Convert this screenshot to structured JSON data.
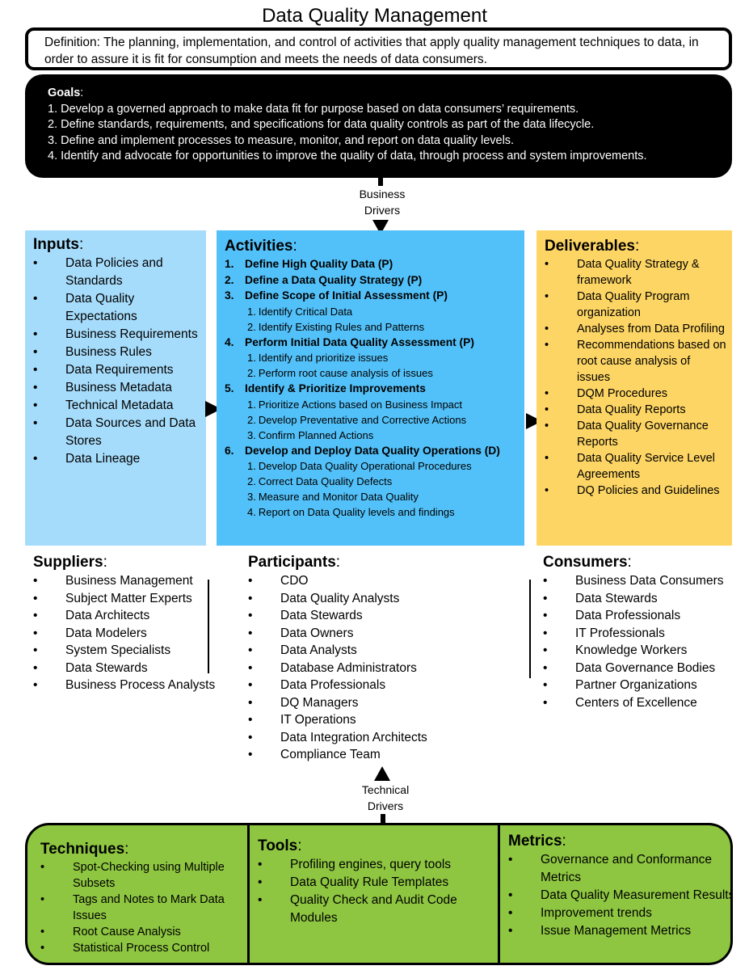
{
  "title": "Data Quality Management",
  "definition": "Definition: The planning, implementation, and control of activities that apply quality management techniques to data, in order to assure it is fit for consumption and meets the needs of data consumers.",
  "goals": {
    "heading": "Goals",
    "items": [
      "1. Develop a governed approach to make data fit for purpose based on data consumers’ requirements.",
      "2. Define standards, requirements, and specifications for data quality controls as part of the data lifecycle.",
      "3. Define and implement processes to measure, monitor, and report on data quality levels.",
      "4. Identify and advocate for opportunities to improve the quality of data, through process and system improvements."
    ]
  },
  "business_drivers": [
    "Business",
    "Drivers"
  ],
  "technical_drivers": [
    "Technical",
    "Drivers"
  ],
  "inputs": {
    "heading": "Inputs",
    "items": [
      "Data Policies and Standards",
      "Data Quality Expectations",
      "Business Requirements",
      "Business Rules",
      "Data Requirements",
      "Business Metadata",
      "Technical Metadata",
      "Data Sources and Data Stores",
      "Data Lineage"
    ]
  },
  "activities": {
    "heading": "Activities",
    "items": [
      {
        "num": "1.",
        "label": "Define High Quality Data (P)",
        "subs": []
      },
      {
        "num": "2.",
        "label": "Define a Data Quality Strategy (P)",
        "subs": []
      },
      {
        "num": "3.",
        "label": "Define Scope of Initial Assessment (P)",
        "subs": [
          {
            "n": "1.",
            "t": "Identify Critical Data"
          },
          {
            "n": "2.",
            "t": "Identify Existing Rules and Patterns"
          }
        ]
      },
      {
        "num": "4.",
        "label": "Perform Initial Data Quality Assessment (P)",
        "subs": [
          {
            "n": "1.",
            "t": "Identify and prioritize issues"
          },
          {
            "n": "2.",
            "t": "Perform root cause analysis of issues"
          }
        ]
      },
      {
        "num": "5.",
        "label": "Identify & Prioritize Improvements",
        "subs": [
          {
            "n": "1.",
            "t": "Prioritize Actions based on Business Impact"
          },
          {
            "n": "2.",
            "t": "Develop Preventative and Corrective Actions"
          },
          {
            "n": "3.",
            "t": "Confirm Planned Actions"
          }
        ]
      },
      {
        "num": "6.",
        "label": "Develop and Deploy Data Quality Operations (D)",
        "subs": [
          {
            "n": "1.",
            "t": "Develop Data Quality Operational Procedures"
          },
          {
            "n": "2.",
            "t": "Correct Data Quality Defects"
          },
          {
            "n": "3.",
            "t": "Measure and Monitor Data Quality"
          },
          {
            "n": "4.",
            "t": "Report on Data Quality levels and findings"
          }
        ]
      }
    ]
  },
  "deliverables": {
    "heading": "Deliverables",
    "items": [
      "Data Quality Strategy & framework",
      "Data Quality Program organization",
      "Analyses from Data Profiling",
      "Recommendations based on root cause analysis of issues",
      "DQM Procedures",
      "Data Quality Reports",
      "Data Quality Governance Reports",
      "Data Quality Service Level Agreements",
      "DQ Policies and Guidelines"
    ]
  },
  "suppliers": {
    "heading": "Suppliers",
    "items": [
      "Business Management",
      "Subject Matter Experts",
      "Data Architects",
      "Data Modelers",
      "System Specialists",
      "Data Stewards",
      "Business Process Analysts"
    ]
  },
  "participants": {
    "heading": "Participants",
    "items": [
      "CDO",
      "Data Quality Analysts",
      "Data Stewards",
      "Data Owners",
      "Data Analysts",
      "Database Administrators",
      "Data Professionals",
      "DQ Managers",
      "IT Operations",
      "Data Integration Architects",
      "Compliance Team"
    ]
  },
  "consumers": {
    "heading": "Consumers",
    "items": [
      "Business Data Consumers",
      "Data Stewards",
      "Data Professionals",
      "IT Professionals",
      "Knowledge Workers",
      "Data Governance Bodies",
      "Partner Organizations",
      "Centers of Excellence"
    ]
  },
  "techniques": {
    "heading": "Techniques",
    "items": [
      "Spot-Checking using Multiple Subsets",
      "Tags and Notes to Mark Data Issues",
      "Root Cause Analysis",
      "Statistical Process Control"
    ]
  },
  "tools": {
    "heading": "Tools",
    "items": [
      "Profiling engines, query tools",
      "Data Quality Rule Templates",
      "Quality Check and Audit Code Modules"
    ]
  },
  "metrics": {
    "heading": "Metrics",
    "items": [
      "Governance and Conformance Metrics",
      "Data Quality Measurement Results",
      "Improvement trends",
      "Issue Management Metrics"
    ]
  }
}
